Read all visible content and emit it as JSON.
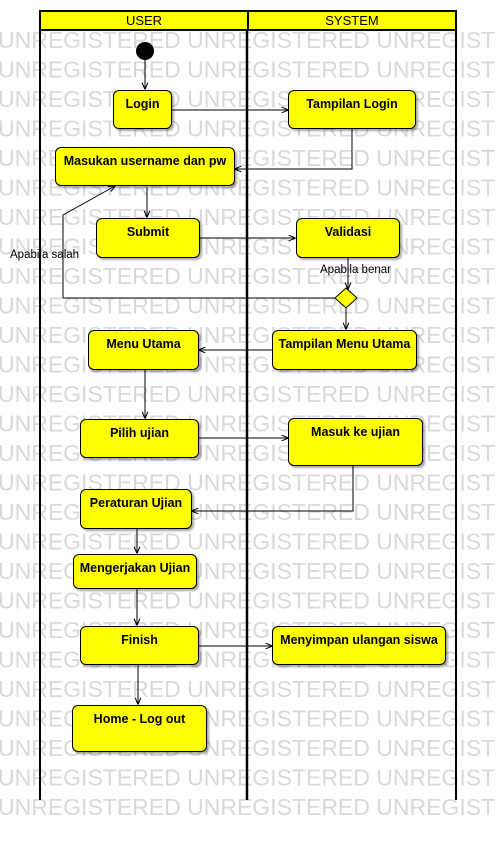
{
  "lanes": {
    "user": "USER",
    "system": "SYSTEM"
  },
  "watermark": {
    "text": "UNREGISTERED"
  },
  "nodes": {
    "login": "Login",
    "tampilan_login": "Tampilan Login",
    "masukan": "Masukan username dan pw",
    "submit": "Submit",
    "validasi": "Validasi",
    "tampilan_menu": "Tampilan Menu Utama",
    "menu_utama": "Menu Utama",
    "pilih_ujian": "Pilih ujian",
    "masuk_ujian": "Masuk ke ujian",
    "peraturan": "Peraturan Ujian",
    "mengerjakan": "Mengerjakan Ujian",
    "finish": "Finish",
    "menyimpan": "Menyimpan ulangan siswa",
    "home": "Home - Log out"
  },
  "guards": {
    "salah": "Apabila salah",
    "benar": "Apabila benar"
  },
  "colors": {
    "fill": "#ffff00",
    "line": "#000000",
    "watermark": "#d9d9d9"
  }
}
